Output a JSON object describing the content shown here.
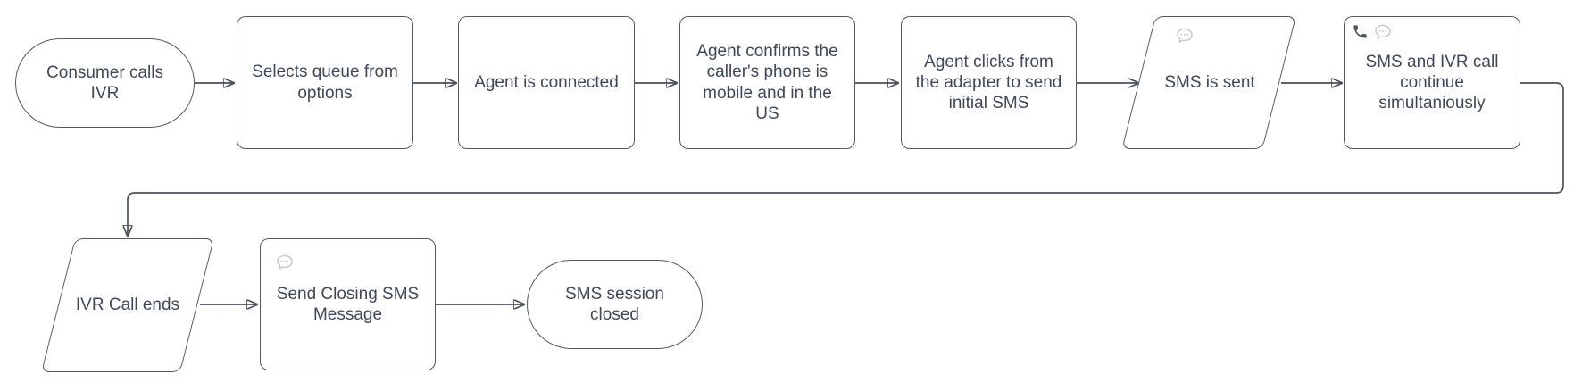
{
  "diagram_type": "flowchart",
  "colors": {
    "background": "#ffffff",
    "shape_fill": "#ffffff",
    "shape_border": "#535a64",
    "connector": "#4a515b",
    "arrowhead": "#3d434e",
    "text": "#40485a",
    "speech_bubble_icon": "#c2c5c9",
    "phone_icon": "#4d535b"
  },
  "nodes": [
    {
      "id": "consumer-calls-ivr",
      "shape": "terminator",
      "label": "Consumer calls\nIVR"
    },
    {
      "id": "selects-queue",
      "shape": "process",
      "label": "Selects queue from\noptions"
    },
    {
      "id": "agent-is-connected",
      "shape": "process",
      "label": "Agent is connected"
    },
    {
      "id": "agent-confirms-phone",
      "shape": "process",
      "label": "Agent confirms the\ncaller's phone is\nmobile and in the\nUS"
    },
    {
      "id": "agent-clicks-adapter",
      "shape": "process",
      "label": "Agent clicks from\nthe adapter to send\ninitial SMS"
    },
    {
      "id": "sms-is-sent",
      "shape": "parallelogram",
      "label": "SMS is sent",
      "icons": [
        "speech-bubble"
      ]
    },
    {
      "id": "sms-ivr-continue",
      "shape": "process",
      "label": "SMS and IVR call\ncontinue\nsimultaniously",
      "icons": [
        "phone",
        "speech-bubble"
      ]
    },
    {
      "id": "ivr-call-ends",
      "shape": "parallelogram",
      "label": "IVR Call ends"
    },
    {
      "id": "send-closing-sms",
      "shape": "process",
      "label": "Send Closing SMS\nMessage",
      "icons": [
        "speech-bubble"
      ]
    },
    {
      "id": "sms-session-closed",
      "shape": "terminator",
      "label": "SMS session closed"
    }
  ],
  "edges": [
    {
      "from": "consumer-calls-ivr",
      "to": "selects-queue"
    },
    {
      "from": "selects-queue",
      "to": "agent-is-connected"
    },
    {
      "from": "agent-is-connected",
      "to": "agent-confirms-phone"
    },
    {
      "from": "agent-confirms-phone",
      "to": "agent-clicks-adapter"
    },
    {
      "from": "agent-clicks-adapter",
      "to": "sms-is-sent"
    },
    {
      "from": "sms-is-sent",
      "to": "sms-ivr-continue"
    },
    {
      "from": "sms-ivr-continue",
      "to": "ivr-call-ends"
    },
    {
      "from": "ivr-call-ends",
      "to": "send-closing-sms"
    },
    {
      "from": "send-closing-sms",
      "to": "sms-session-closed"
    }
  ]
}
